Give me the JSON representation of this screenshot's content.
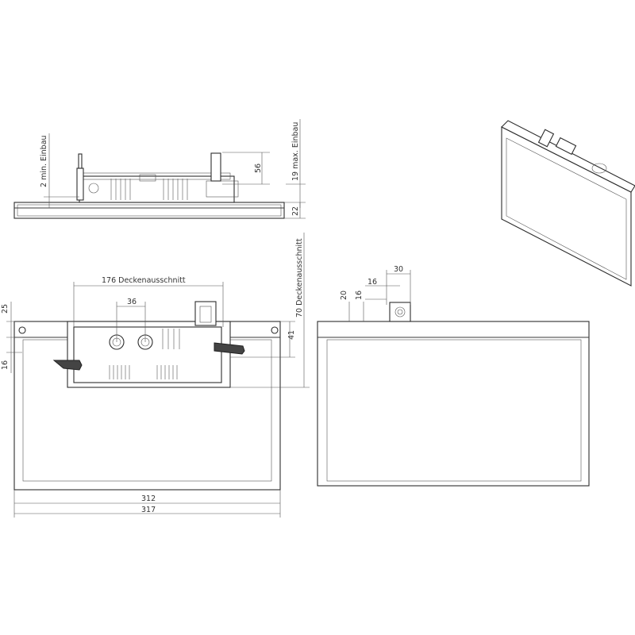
{
  "dimensions": {
    "top_min": "2 min. Einbau",
    "top_56": "56",
    "top_max": "19 max. Einbau",
    "top_22": "22",
    "front_176": "176 Deckenausschnitt",
    "front_36": "36",
    "front_70": "70 Deckenausschnitt",
    "front_41": "41",
    "front_25": "25",
    "front_16": "16",
    "front_312": "312",
    "front_317": "317",
    "side_30": "30",
    "side_16": "16",
    "side_20": "20",
    "side_16b": "16"
  },
  "colors": {
    "line": "#3a3a3a",
    "panel": "#ffffff",
    "dark": "#2d2d2d"
  }
}
